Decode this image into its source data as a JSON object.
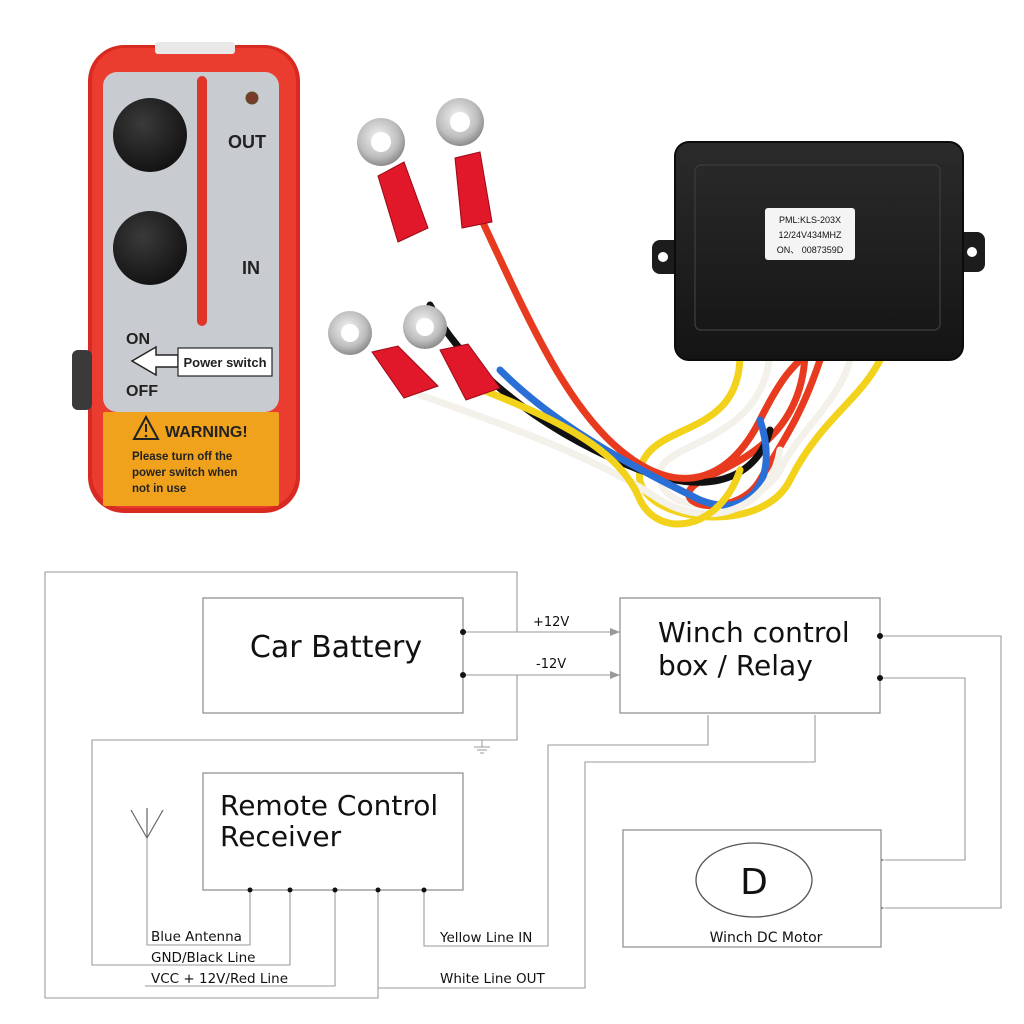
{
  "remote": {
    "out_label": "OUT",
    "in_label": "IN",
    "on_label": "ON",
    "off_label": "OFF",
    "power_switch_label": "Power switch",
    "warning_title": "WARNING!",
    "warning_line1": "Please turn off the",
    "warning_line2": "power switch when",
    "warning_line3": "not  in use",
    "body_color": "#e8322a",
    "panel_color": "#c9ccd0",
    "warning_color": "#f0a21c"
  },
  "receiver_module": {
    "label_line1": "PML:KLS-203X",
    "label_line2": "12/24V434MHZ",
    "label_line3": "ON、 0087359D",
    "body_color": "#1f1f1f"
  },
  "wires": {
    "colors": [
      "#f2d21a",
      "#2a6fd6",
      "#111111",
      "#e83a1e",
      "#f4f1ea"
    ]
  },
  "diagram": {
    "car_battery": "Car Battery",
    "winch_box_line1": "Winch control",
    "winch_box_line2": "box / Relay",
    "receiver_line1": "Remote Control",
    "receiver_line2": "Receiver",
    "motor_symbol": "D",
    "motor_label": "Winch DC Motor",
    "plus12": "+12V",
    "minus12": "-12V",
    "blue_antenna": "Blue Antenna",
    "gnd_black": "GND/Black Line",
    "vcc_red": "VCC + 12V/Red Line",
    "yellow_in": "Yellow Line IN",
    "white_out": "White Line OUT"
  }
}
